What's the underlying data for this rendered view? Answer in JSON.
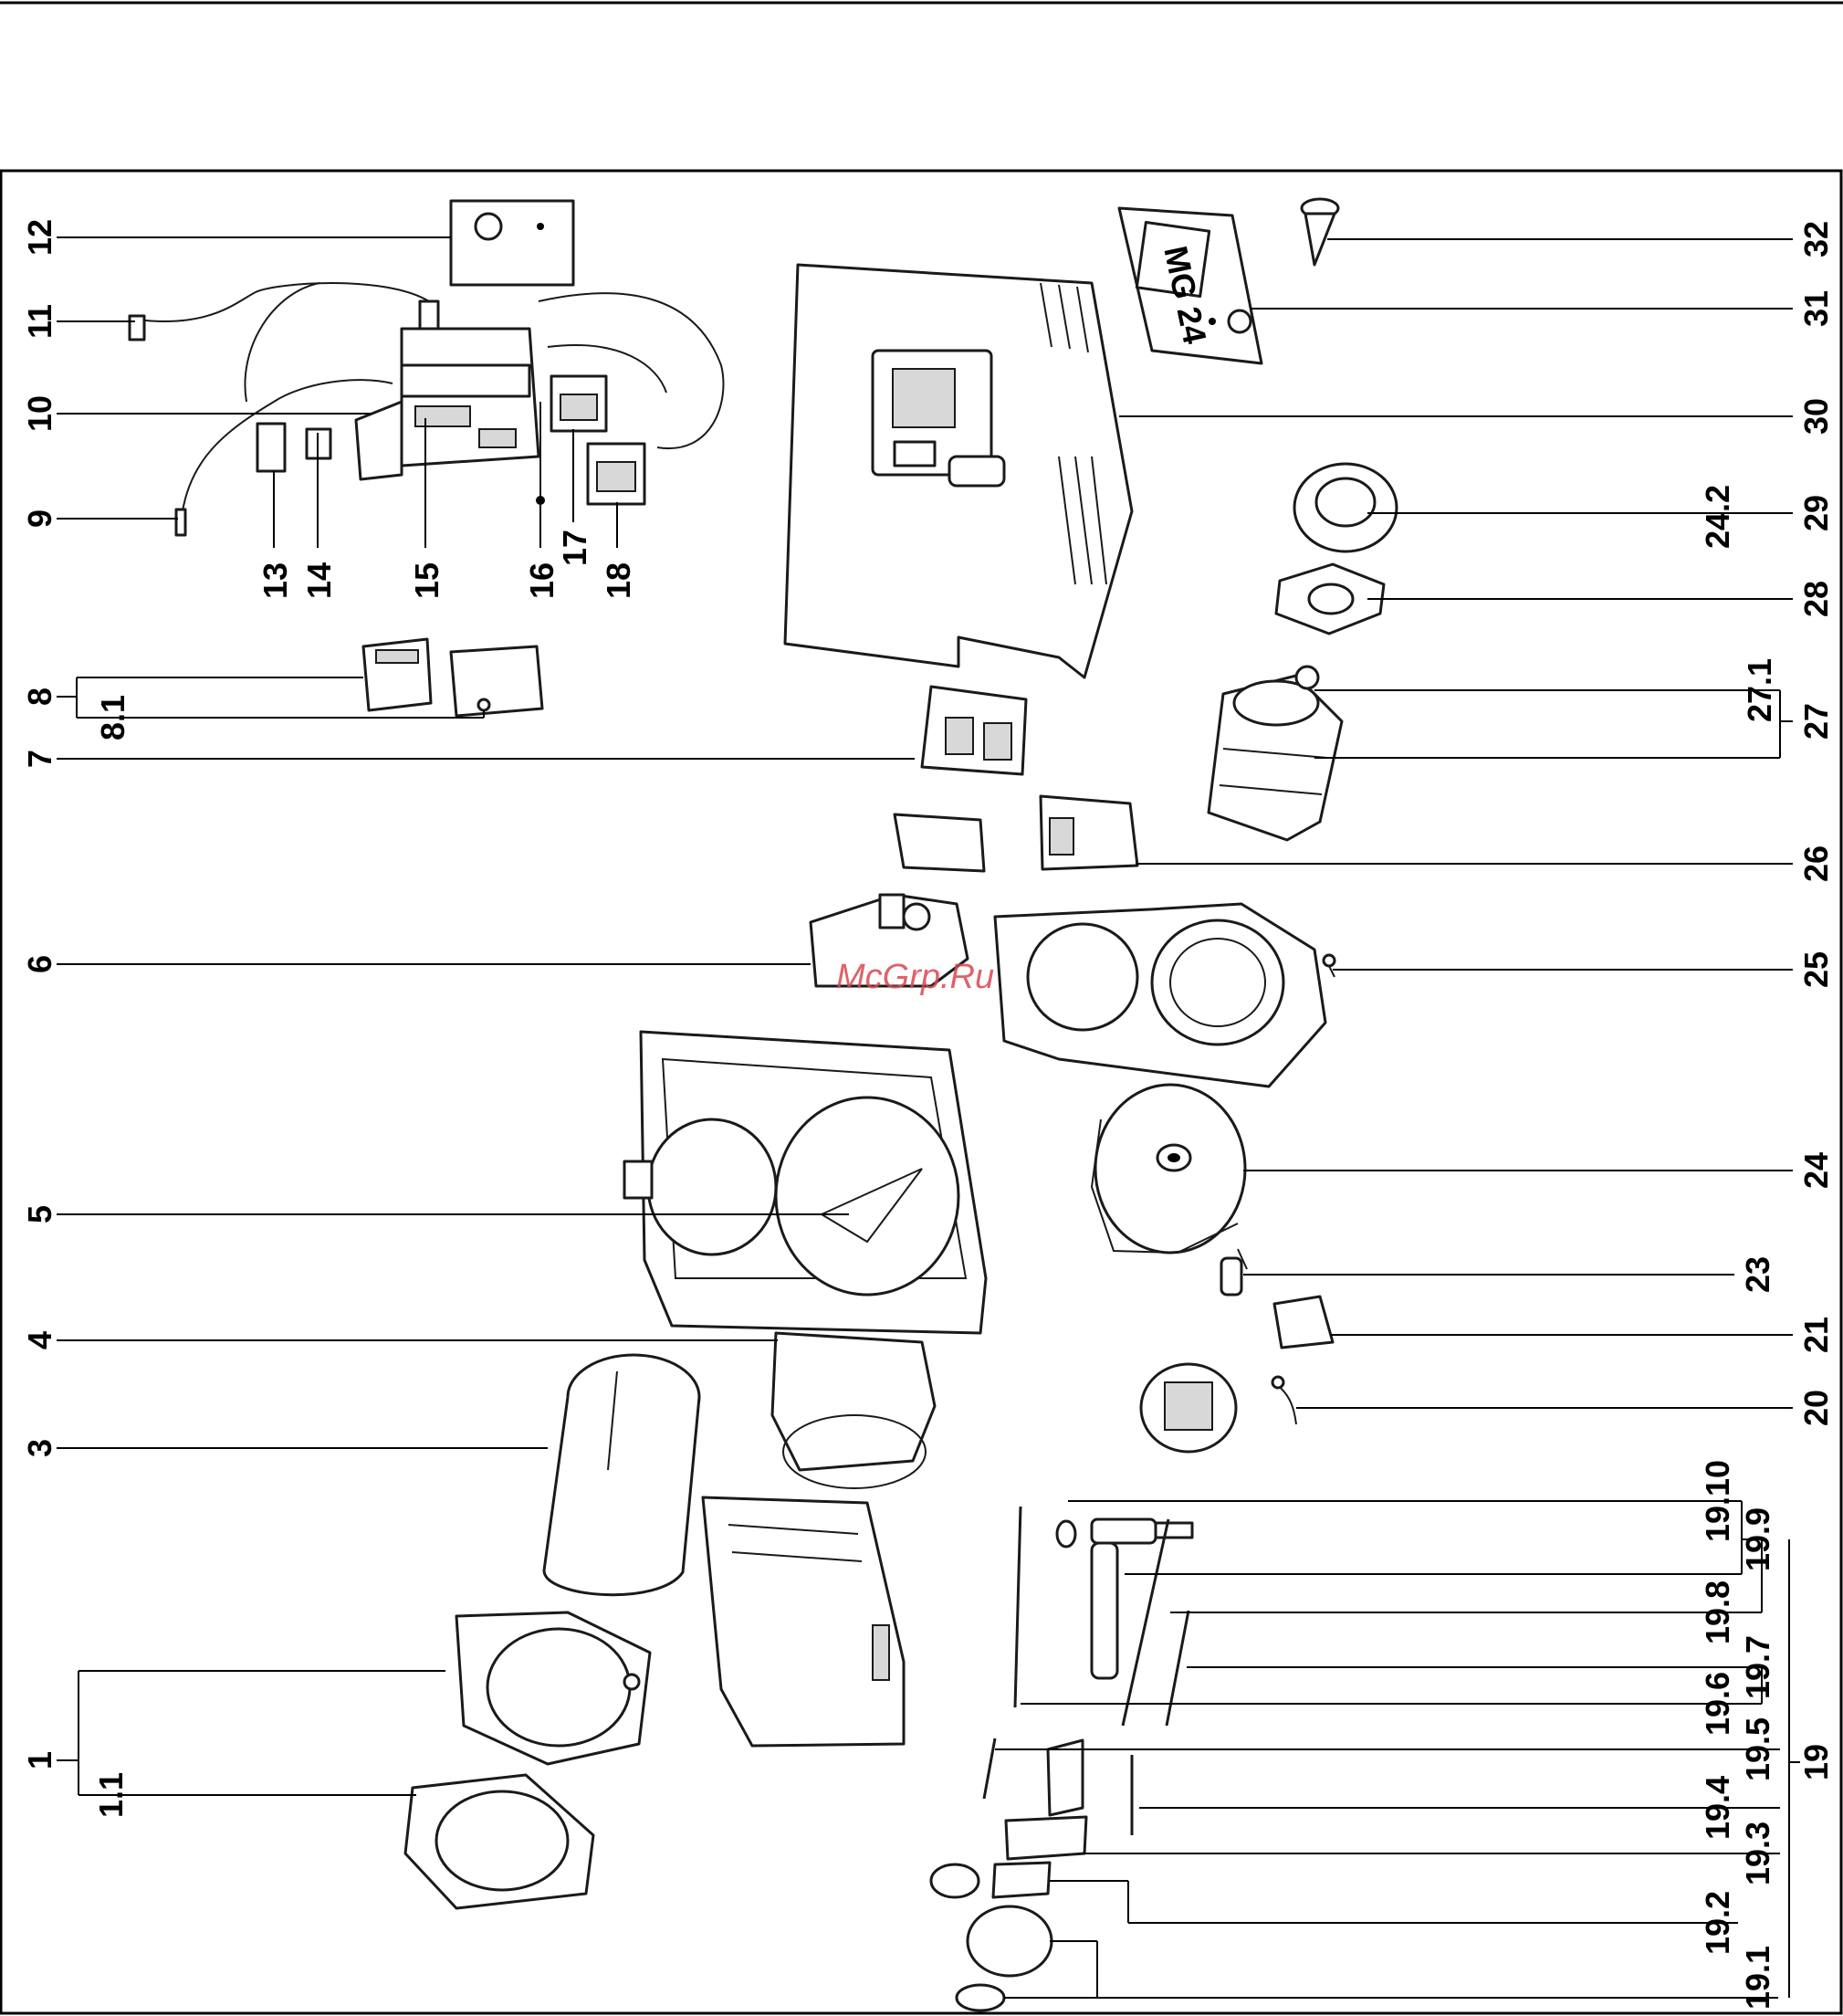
{
  "watermark": "McGrp.Ru",
  "badge_text": "MG 24",
  "labels": {
    "l1": "1",
    "l1_1": "1.1",
    "l3": "3",
    "l4": "4",
    "l5": "5",
    "l6": "6",
    "l7": "7",
    "l8": "8",
    "l8_1": "8.1",
    "l9": "9",
    "l10": "10",
    "l11": "11",
    "l12": "12",
    "l13": "13",
    "l14": "14",
    "l15": "15",
    "l16": "16",
    "l17": "17",
    "l18": "18",
    "l19": "19",
    "l19_1": "19.1",
    "l19_2": "19.2",
    "l19_3": "19.3",
    "l19_4": "19.4",
    "l19_5": "19.5",
    "l19_6": "19.6",
    "l19_7": "19.7",
    "l19_8": "19.8",
    "l19_9": "19.9",
    "l19_10": "19.10",
    "l20": "20",
    "l21": "21",
    "l23": "23",
    "l24": "24",
    "l24_2": "24.2",
    "l25": "25",
    "l26": "26",
    "l27": "27",
    "l27_1": "27.1",
    "l28": "28",
    "l29": "29",
    "l30": "30",
    "l31": "31",
    "l32": "32"
  }
}
